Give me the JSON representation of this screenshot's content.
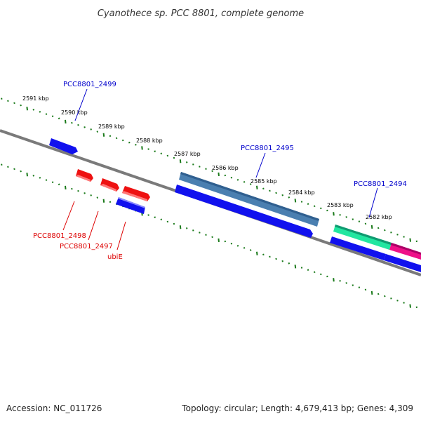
{
  "title": "Cyanothece sp. PCC 8801, complete genome",
  "footer": {
    "accession": "Accession: NC_011726",
    "summary": "Topology: circular; Length: 4,679,413 bp; Genes: 4,309"
  },
  "colors": {
    "backbone": "#7a7a7a",
    "ticks": "#1a7a1a",
    "forward_gene": "#1111ee",
    "reverse_gene": "#ee1111",
    "rna_gene": "#4a7fb0",
    "misc_feature_1": "#22e6a0",
    "misc_feature_2": "#ee1188",
    "label_forward": "#0000cc",
    "label_reverse": "#dd0000"
  },
  "scale_labels": [
    "2591 kbp",
    "2590 kbp",
    "2589 kbp",
    "2588 kbp",
    "2587 kbp",
    "2586 kbp",
    "2585 kbp",
    "2584 kbp",
    "2583 kbp",
    "2582 kbp"
  ],
  "gene_labels": {
    "forward": [
      "PCC8801_2499",
      "PCC8801_2495",
      "PCC8801_2494"
    ],
    "reverse": [
      "PCC8801_2498",
      "PCC8801_2497",
      "ubiE"
    ]
  }
}
